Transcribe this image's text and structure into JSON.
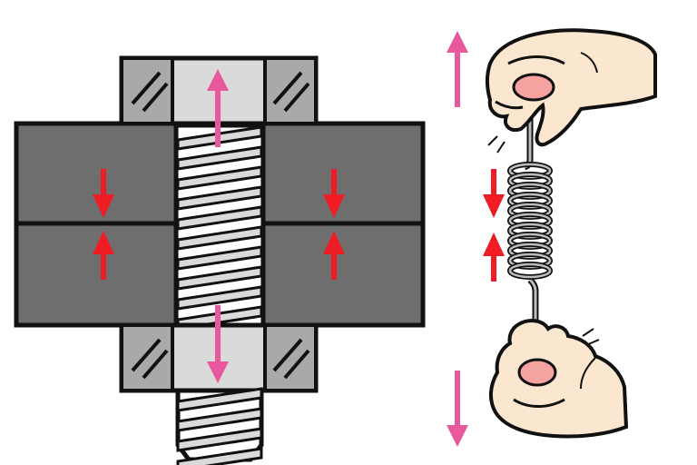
{
  "colors": {
    "background": "#ffffff",
    "plate": "#6e6e6e",
    "outline": "#111111",
    "nut": "#dadada",
    "nut_bevel": "#a9a9a9",
    "bolt": "#e4e4e4",
    "tension_arrow": "#e8589d",
    "compression_arrow": "#ee1c24",
    "skin": "#fbe6cf",
    "nail": "#f4a3a0",
    "spring": "#bdbdbd"
  },
  "icons": {
    "bolt_assembly": "bolt-joint-cross-section",
    "spring_demo": "hands-stretching-spring",
    "tension": "pink-double-arrow",
    "compression": "red-converging-arrows"
  }
}
